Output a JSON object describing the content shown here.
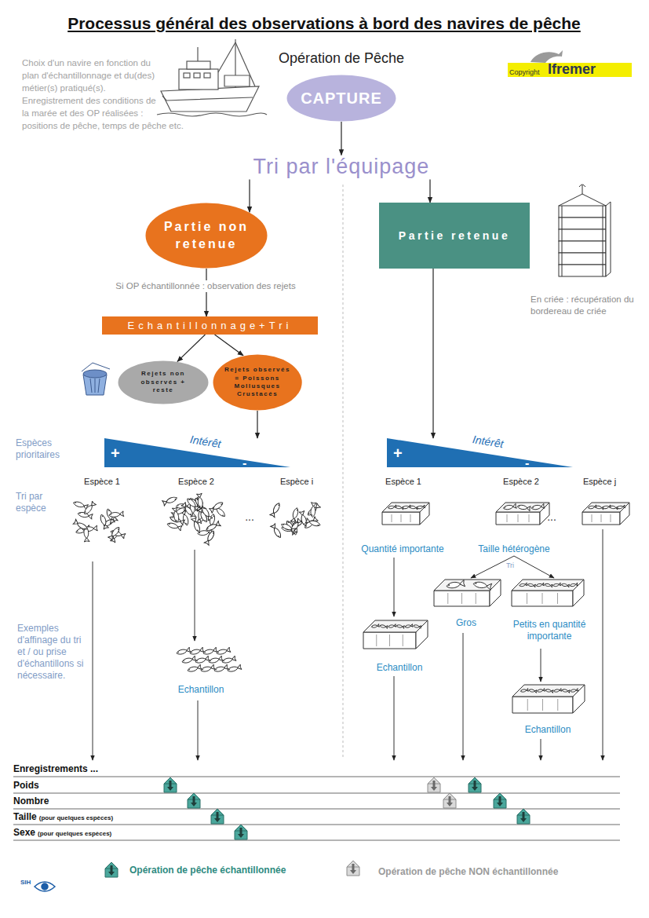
{
  "diagram": {
    "title": "Processus général des observations à bord des navires de pêche",
    "nodes": [
      {
        "text": [
          "Opération de Pêche",
          "CAPTURE"
        ]
      },
      {
        "text": [
          "Tri par l'équipage"
        ]
      },
      {
        "text": [
          "Partie non retenue"
        ]
      },
      {
        "text": [
          "Partie retenue"
        ]
      },
      {
        "text": [
          "Echantillonnage+Tri"
        ]
      },
      {
        "text": [
          "Rejets non observés + reste"
        ]
      },
      {
        "text": [
          "Rejets observés = Poissons Mollusques Crustacés"
        ]
      },
      {
        "text": [
          "+",
          "Intérêt",
          "-"
        ]
      },
      {
        "text": [
          "+",
          "Intérêt",
          "-"
        ]
      }
    ],
    "edges": [
      {
        "from": 0,
        "to": 1,
        "arrow": "to"
      },
      {
        "from": 1,
        "to": 2,
        "arrow": "to"
      },
      {
        "from": 1,
        "to": 3,
        "arrow": "to"
      },
      {
        "from": 2,
        "to": 4,
        "arrow": "to"
      },
      {
        "from": 4,
        "to": 5,
        "arrow": "to"
      },
      {
        "from": 4,
        "to": 6,
        "arrow": "to"
      },
      {
        "from": 6,
        "to": 7,
        "arrow": "to"
      },
      {
        "from": 3,
        "to": 8,
        "arrow": "to"
      }
    ],
    "labels": [
      "Choix d'un navire en fonction du plan d'échantillonnage et du(des) métier(s) pratiqué(s). Enregistrement des conditions de la marée et des OP réalisées : positions de pêche, temps de pêche etc.",
      "Copyright",
      "Ifremer",
      "Si OP échantillonnée : observation des rejets",
      "En criée : récupération du bordereau de criée",
      "Espèces prioritaires",
      "Espèce 1",
      "Espèce 2",
      "Espèce i",
      "Espèce 1",
      "Espèce 2",
      "Espèce j",
      "Tri par espèce",
      "...",
      "...",
      "Quantité importante",
      "Taille hétérogène",
      "Tri",
      "Gros",
      "Petits en quantité importante",
      "Exemples d'affinage du tri et / ou prise d'échantillons si nécessaire.",
      "Echantillon",
      "Echantillon",
      "Echantillon",
      "Enregistrements ...",
      "Poids",
      "Nombre",
      "Taille",
      "(pour quelques espèces)",
      "Sexe",
      "(pour quelques espèces)",
      "SIH"
    ],
    "legend": [
      {
        "text": "Opération de pêche échantillonnée"
      },
      {
        "text": "Opération de pêche NON échantillonnée"
      }
    ]
  }
}
